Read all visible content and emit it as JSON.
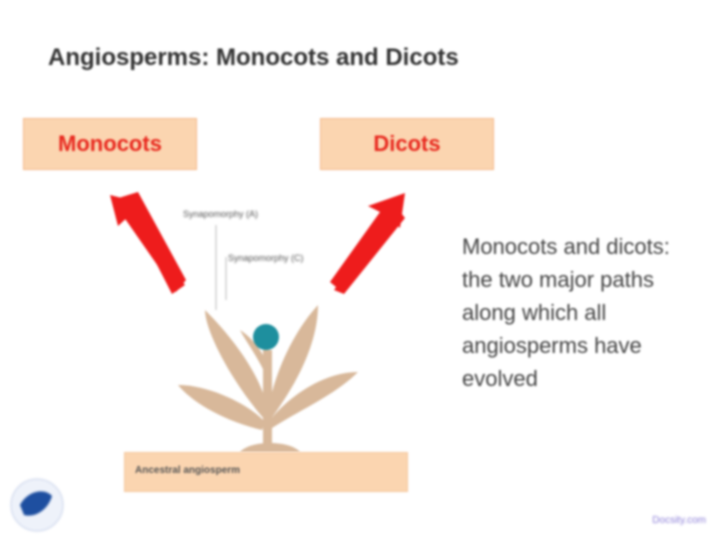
{
  "title": "Angiosperms: Monocots and Dicots",
  "monocots_label": "Monocots",
  "dicots_label": "Dicots",
  "diagram": {
    "label_a": "Synapomorphy (A)",
    "label_c": "Synapomorphy (C)",
    "ancestor": "Ancestral angiosperm"
  },
  "side_text": "Monocots and dicots: the two major paths along which all angiosperms have evolved",
  "watermark": "Docsity.com",
  "colors": {
    "accent": "#e8281e",
    "box": "#fbd5b0",
    "plant": "#d8b89a"
  }
}
